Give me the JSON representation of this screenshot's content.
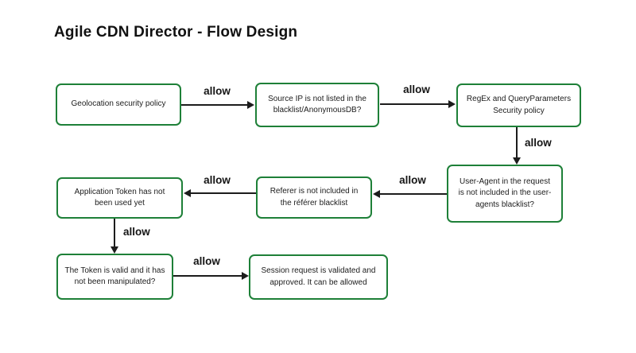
{
  "title": "Agile CDN Director - Flow Design",
  "colors": {
    "node_border": "#1e8038",
    "arrow": "#1c1c1c",
    "text": "#1c1c1c",
    "background": "#ffffff"
  },
  "nodes": [
    {
      "id": "geolocation-policy",
      "lines": [
        "Geolocation security policy"
      ]
    },
    {
      "id": "source-ip-check",
      "lines": [
        "Source IP is  not listed in the",
        "blacklist/AnonymousDB?"
      ]
    },
    {
      "id": "regex-queryparams-policy",
      "lines": [
        "RegEx and QueryParameters",
        "Security policy"
      ]
    },
    {
      "id": "user-agent-check",
      "lines": [
        "User-Agent in the request",
        "is not included in the user-",
        "agents blacklist?"
      ]
    },
    {
      "id": "referer-check",
      "lines": [
        "Referer is not included in",
        "the référer blacklist"
      ]
    },
    {
      "id": "app-token-check",
      "lines": [
        "Application Token has not",
        "been used yet"
      ]
    },
    {
      "id": "token-valid-check",
      "lines": [
        "The Token is valid and it has",
        "not been manipulated?"
      ]
    },
    {
      "id": "session-approved",
      "lines": [
        "Session request is validated and",
        "approved. It can be allowed"
      ]
    }
  ],
  "edges": [
    {
      "from": "geolocation-policy",
      "to": "source-ip-check",
      "label": "allow",
      "direction": "right"
    },
    {
      "from": "source-ip-check",
      "to": "regex-queryparams-policy",
      "label": "allow",
      "direction": "right"
    },
    {
      "from": "regex-queryparams-policy",
      "to": "user-agent-check",
      "label": "allow",
      "direction": "down"
    },
    {
      "from": "user-agent-check",
      "to": "referer-check",
      "label": "allow",
      "direction": "left"
    },
    {
      "from": "referer-check",
      "to": "app-token-check",
      "label": "allow",
      "direction": "left"
    },
    {
      "from": "app-token-check",
      "to": "token-valid-check",
      "label": "allow",
      "direction": "down"
    },
    {
      "from": "token-valid-check",
      "to": "session-approved",
      "label": "allow",
      "direction": "right"
    }
  ]
}
